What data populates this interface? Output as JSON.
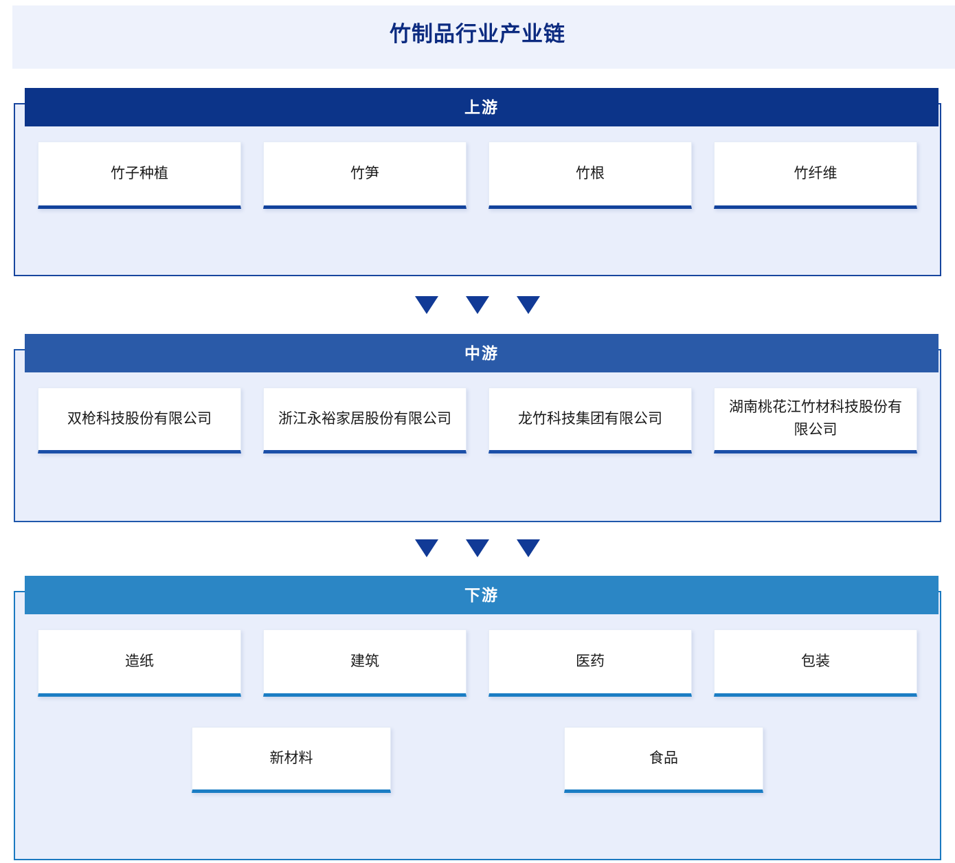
{
  "title": "竹制品行业产业链",
  "colors": {
    "upstream_header": "#0c3489",
    "midstream_header": "#2a5aa8",
    "downstream_header": "#2b86c5",
    "title_text": "#0c2b80",
    "panel_background": "#e9eefb",
    "arrow": "#113a96"
  },
  "stages": {
    "upstream": {
      "label": "上游",
      "rows": [
        [
          "竹子种植",
          "竹笋",
          "竹根",
          "竹纤维"
        ]
      ]
    },
    "midstream": {
      "label": "中游",
      "rows": [
        [
          "双枪科技股份有限公司",
          "浙江永裕家居股份有限公司",
          "龙竹科技集团有限公司",
          "湖南桃花江竹材科技股份有限公司"
        ]
      ]
    },
    "downstream": {
      "label": "下游",
      "rows": [
        [
          "造纸",
          "建筑",
          "医药",
          "包装"
        ],
        [
          "新材料",
          "食品"
        ]
      ]
    }
  },
  "connectors": [
    {
      "name": "upstream-to-midstream",
      "glyph": "▼",
      "count": 3
    },
    {
      "name": "midstream-to-downstream",
      "glyph": "▼",
      "count": 3
    }
  ]
}
